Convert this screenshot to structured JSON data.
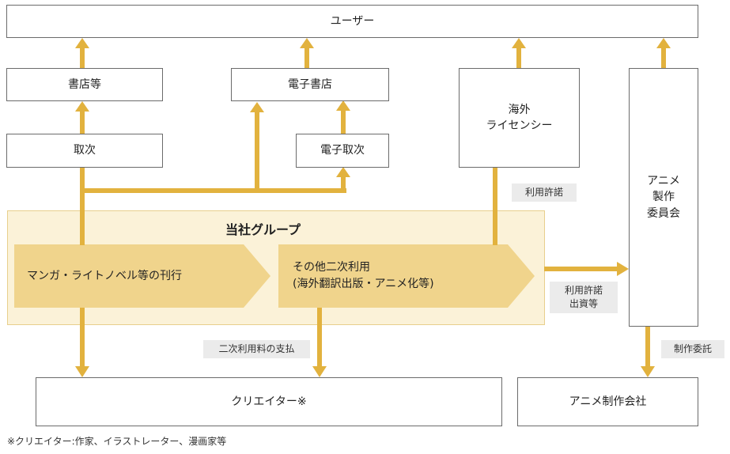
{
  "nodes": {
    "user": "ユーザー",
    "bookstore": "書店等",
    "ebookstore": "電子書店",
    "overseas_license": "海外\nライセンシー",
    "anime_committee": "アニメ\n製作\n委員会",
    "distributor": "取次",
    "e_distributor": "電子取次",
    "creator": "クリエイター※",
    "anime_studio": "アニメ制作会社"
  },
  "group": {
    "title": "当社グループ",
    "publishing": "マンガ・ライトノベル等の刊行",
    "secondary_use": "その他二次利用\n(海外翻訳出版・アニメ化等)"
  },
  "labels": {
    "license_permission": "利用許諾",
    "license_investment": "利用許諾\n出資等",
    "secondary_fee": "二次利用料の支払",
    "production_commission": "制作委託"
  },
  "footnote": "※クリエイター:作家、イラストレーター、漫画家等",
  "colors": {
    "arrow": "#e2b23e",
    "chevron_fill": "#f0d48c",
    "group_fill": "#fbf2d8",
    "border": "#6b6b6b"
  }
}
